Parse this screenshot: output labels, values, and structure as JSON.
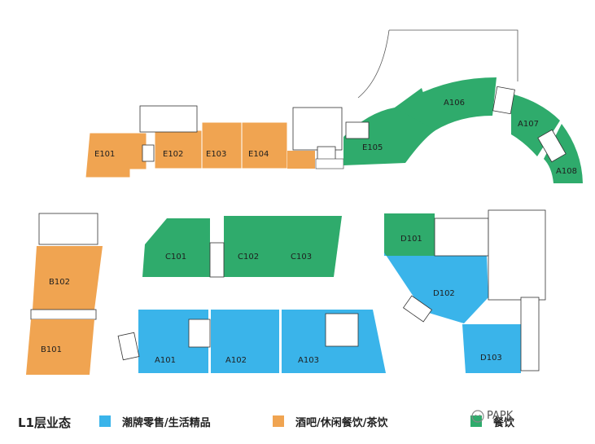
{
  "floor_plan": {
    "colors": {
      "retail": "#3ab4ea",
      "bar_cafe": "#f0a451",
      "dining": "#2fab6c",
      "core": "#ffffff",
      "line": "#333333"
    },
    "units": {
      "E101": "E101",
      "E102": "E102",
      "E103": "E103",
      "E104": "E104",
      "E105": "E105",
      "A106": "A106",
      "A107": "A107",
      "A108": "A108",
      "C101": "C101",
      "C102": "C102",
      "C103": "C103",
      "B102": "B102",
      "B101": "B101",
      "A101": "A101",
      "A102": "A102",
      "A103": "A103",
      "D101": "D101",
      "D102": "D102",
      "D103": "D103"
    }
  },
  "legend": {
    "title": "L1层业态",
    "items": [
      {
        "label": "潮牌零售/生活精品",
        "color": "#3ab4ea"
      },
      {
        "label": "酒吧/休闲餐饮/茶饮",
        "color": "#f0a451"
      },
      {
        "label": "餐饮",
        "color": "#2fab6c"
      }
    ]
  },
  "watermark": "PAPK"
}
